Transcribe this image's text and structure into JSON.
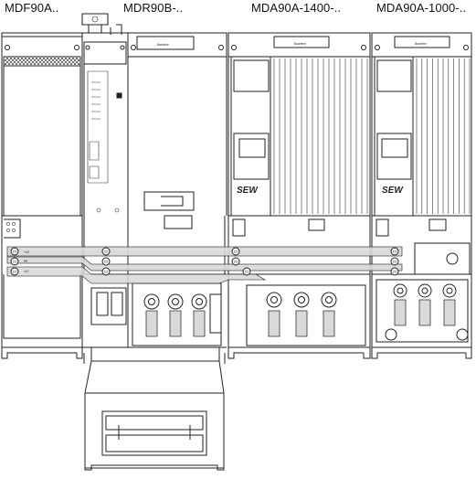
{
  "labels": {
    "mdf": "MDF90A..",
    "mdr": "MDR90B-..",
    "mda1400": "MDA90A-1400-..",
    "mda1000": "MDA90A-1000-.."
  },
  "brand_logo": "SEW",
  "terminal_text": "22",
  "bus_bar_marks": [
    "+UZ",
    "PE",
    "-UZ"
  ]
}
